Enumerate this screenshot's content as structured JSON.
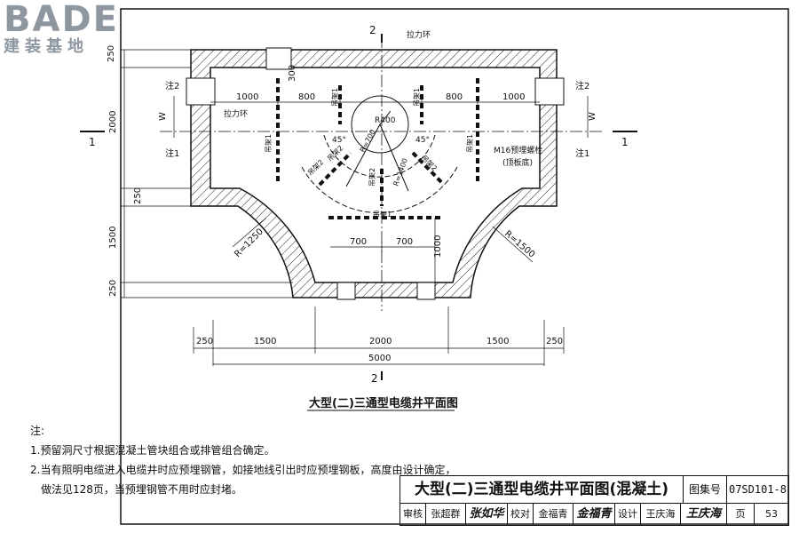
{
  "logo": {
    "brand": "BADE",
    "subtitle": "建装基地"
  },
  "diagram": {
    "section_top": "2",
    "section_bottom": "2",
    "section_left": "1",
    "section_right": "1",
    "pull_ring_top": "拉力环",
    "pull_ring_left": "拉力环",
    "note2_left": "注2",
    "note1_left": "注1",
    "note2_right": "注2",
    "note1_right": "注1",
    "dim_250_top": "250",
    "dim_2000_left": "2000",
    "dim_250_mid": "250",
    "dim_1500_left": "1500",
    "dim_250_bottom": "250",
    "dim_300": "300",
    "dim_1000_left": "1000",
    "dim_800_left": "800",
    "dim_800_right": "800",
    "dim_1000_right": "1000",
    "dim_w_left": "W",
    "dim_w_right": "W",
    "dim_r400": "R400",
    "dim_r700": "R=700",
    "dim_r1400": "R=1400",
    "angle_left": "45°",
    "angle_right": "45°",
    "hanger1_a": "吊架1",
    "hanger1_b": "吊架1",
    "hanger1_c": "吊架1",
    "hanger1_d": "吊架1",
    "hanger2_a": "吊架2",
    "hanger2_b": "吊架2",
    "hanger2_c": "吊架2",
    "hanger2_d": "吊架2",
    "hanger1_e": "吊架1",
    "bolt_label": "M16预埋螺栓",
    "bolt_sub": "(顶板底)",
    "dim_700_a": "700",
    "dim_700_b": "700",
    "dim_1000_v": "1000",
    "dim_r1250": "R=1250",
    "dim_r1500": "R=1500",
    "bottom_250_a": "250",
    "bottom_1500_a": "1500",
    "bottom_2000": "2000",
    "bottom_1500_b": "1500",
    "bottom_250_b": "250",
    "bottom_total": "5000",
    "drawing_caption": "大型(二)三通型电缆井平面图"
  },
  "notes": {
    "heading": "注:",
    "line1": "1.预留洞尺寸根据混凝土管块组合或排管组合确定。",
    "line2": "2.当有照明电缆进入电缆井时应预埋钢管，如接地线引出时应预埋钢板，高度由设计确定，",
    "line3": "做法见128页，当预埋钢管不用时应封堵。"
  },
  "title_block": {
    "title": "大型(二)三通型电缆井平面图(混凝土)",
    "atlas_label": "图集号",
    "atlas_no": "07SD101-8",
    "review_label": "审核",
    "review_name": "张超群",
    "review_sig": "张如华",
    "check_label": "校对",
    "check_name": "金福青",
    "check_sig": "金福青",
    "design_label": "设计",
    "design_name": "王庆海",
    "design_sig": "王庆海",
    "page_label": "页",
    "page_no": "53"
  }
}
